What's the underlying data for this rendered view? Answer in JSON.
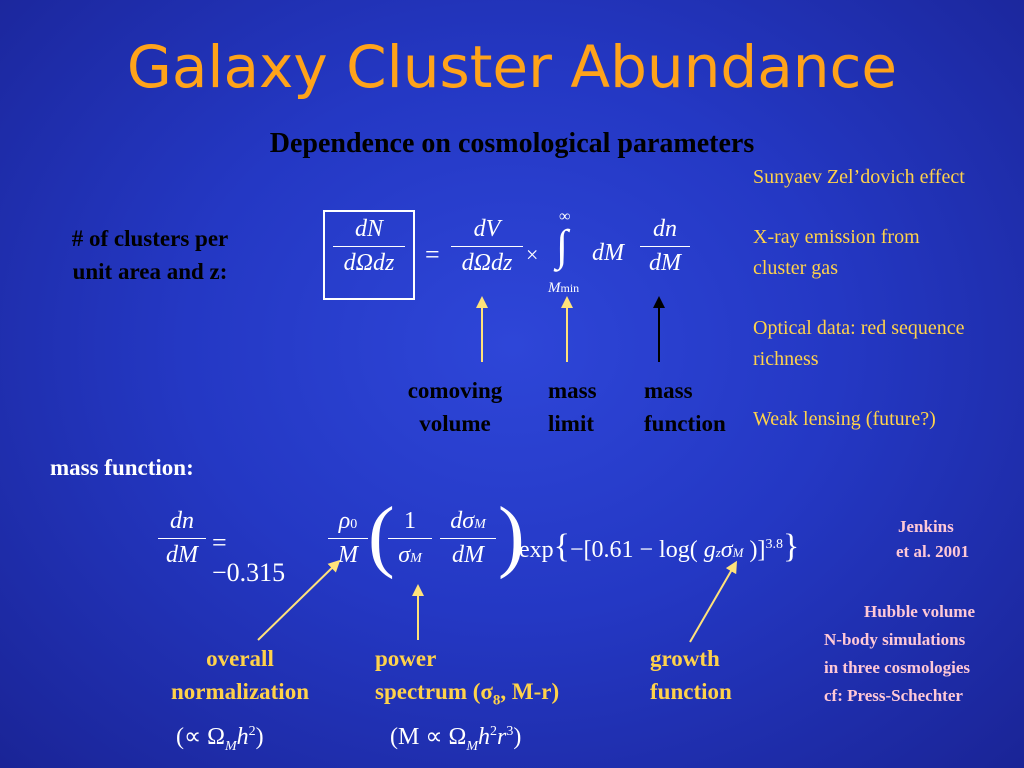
{
  "title": "Galaxy Cluster Abundance",
  "subtitle": "Dependence on cosmological parameters",
  "clusters_label": {
    "line1": "# of clusters per",
    "line2": "unit area and z:"
  },
  "observables": [
    "Sunyaev Zel’dovich effect",
    "X-ray emission from",
    "cluster gas",
    "Optical data: red sequence",
    "richness",
    "Weak lensing (future?)"
  ],
  "eq1": {
    "lhs_num": "dN",
    "lhs_den": "dΩdz",
    "eq": "=",
    "v_num": "dV",
    "v_den": "dΩdz",
    "times": "×",
    "int_upper": "∞",
    "int_sign": "∫",
    "int_lower_M": "M",
    "int_lower_sub": "min",
    "dM": "dM",
    "n_num": "dn",
    "n_den": "dM"
  },
  "eq1_labels": {
    "comoving": [
      "comoving",
      "volume"
    ],
    "mass_limit": [
      "mass",
      "limit"
    ],
    "mass_function": [
      "mass",
      "function"
    ]
  },
  "mass_function_label": "mass function:",
  "eq2": {
    "lhs_num": "dn",
    "lhs_den": "dM",
    "coef": "= −0.315",
    "rho_num": "ρ",
    "rho_sub": "0",
    "rho_den": "M",
    "one_num": "1",
    "sigma_den": "σ",
    "sigma_sub": "M",
    "ds_num": "dσ",
    "ds_sub": "M",
    "ds_den": "dM",
    "exp": "exp",
    "inner_a": "−[0.61 − log(",
    "g": "g",
    "g_sub": "z",
    "sig": "σ",
    "sig_sub": "M",
    "inner_b": ")]",
    "power": "3.8"
  },
  "citation": [
    "Jenkins",
    "et al. 2001"
  ],
  "notes": [
    "Hubble volume",
    "N-body simulations",
    "in three cosmologies",
    "cf: Press-Schechter"
  ],
  "eq2_labels": {
    "overall": [
      "overall",
      "normalization"
    ],
    "power_line1": "power",
    "power_line2a": "spectrum (σ",
    "power_sub": "8",
    "power_line2b": ", M-r)",
    "growth": [
      "growth",
      "function"
    ]
  },
  "scaling1": {
    "open": "(∝ Ω",
    "sub": "M",
    "h": "h",
    "sup": "2",
    "close": ")"
  },
  "scaling2": {
    "open": "(M ∝ Ω",
    "sub": "M",
    "h": "h",
    "sup": "2",
    "r": "r",
    "rsup": "3",
    "close": ")"
  },
  "colors": {
    "title": "#ffa31a",
    "observables": "#ffd24a",
    "notes": "#ffc8d6",
    "arrow": "#ffe27a"
  }
}
